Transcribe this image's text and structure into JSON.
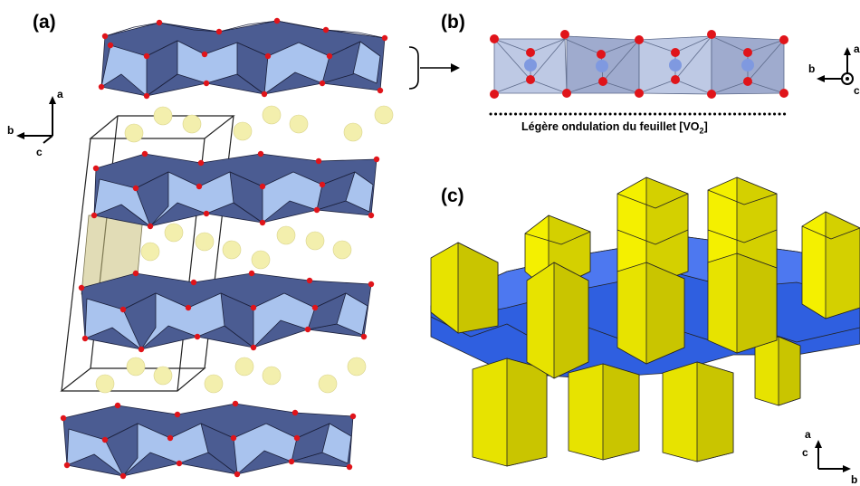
{
  "panels": {
    "a": {
      "label": "(a)",
      "axes": {
        "x": "b",
        "y": "a",
        "z": "c"
      }
    },
    "b": {
      "label": "(b)",
      "axes": {
        "x": "b",
        "y": "a",
        "z": "c"
      },
      "caption_main": "Légère ondulation du feuillet [VO",
      "caption_sub": "2",
      "caption_end": "]"
    },
    "c": {
      "label": "(c)",
      "axes": {
        "x": "b",
        "y": "a",
        "z": "c"
      }
    }
  },
  "colors": {
    "octahedron_light": "#a9c3ee",
    "octahedron_dark": "#4b5c92",
    "oxygen": "#e0141a",
    "cation_sphere": "#f3efad",
    "vanadium_sphere": "#7f99e0",
    "yellow_polyhedra": "#f0ec00",
    "blue_layer": "#2f5fe0"
  }
}
